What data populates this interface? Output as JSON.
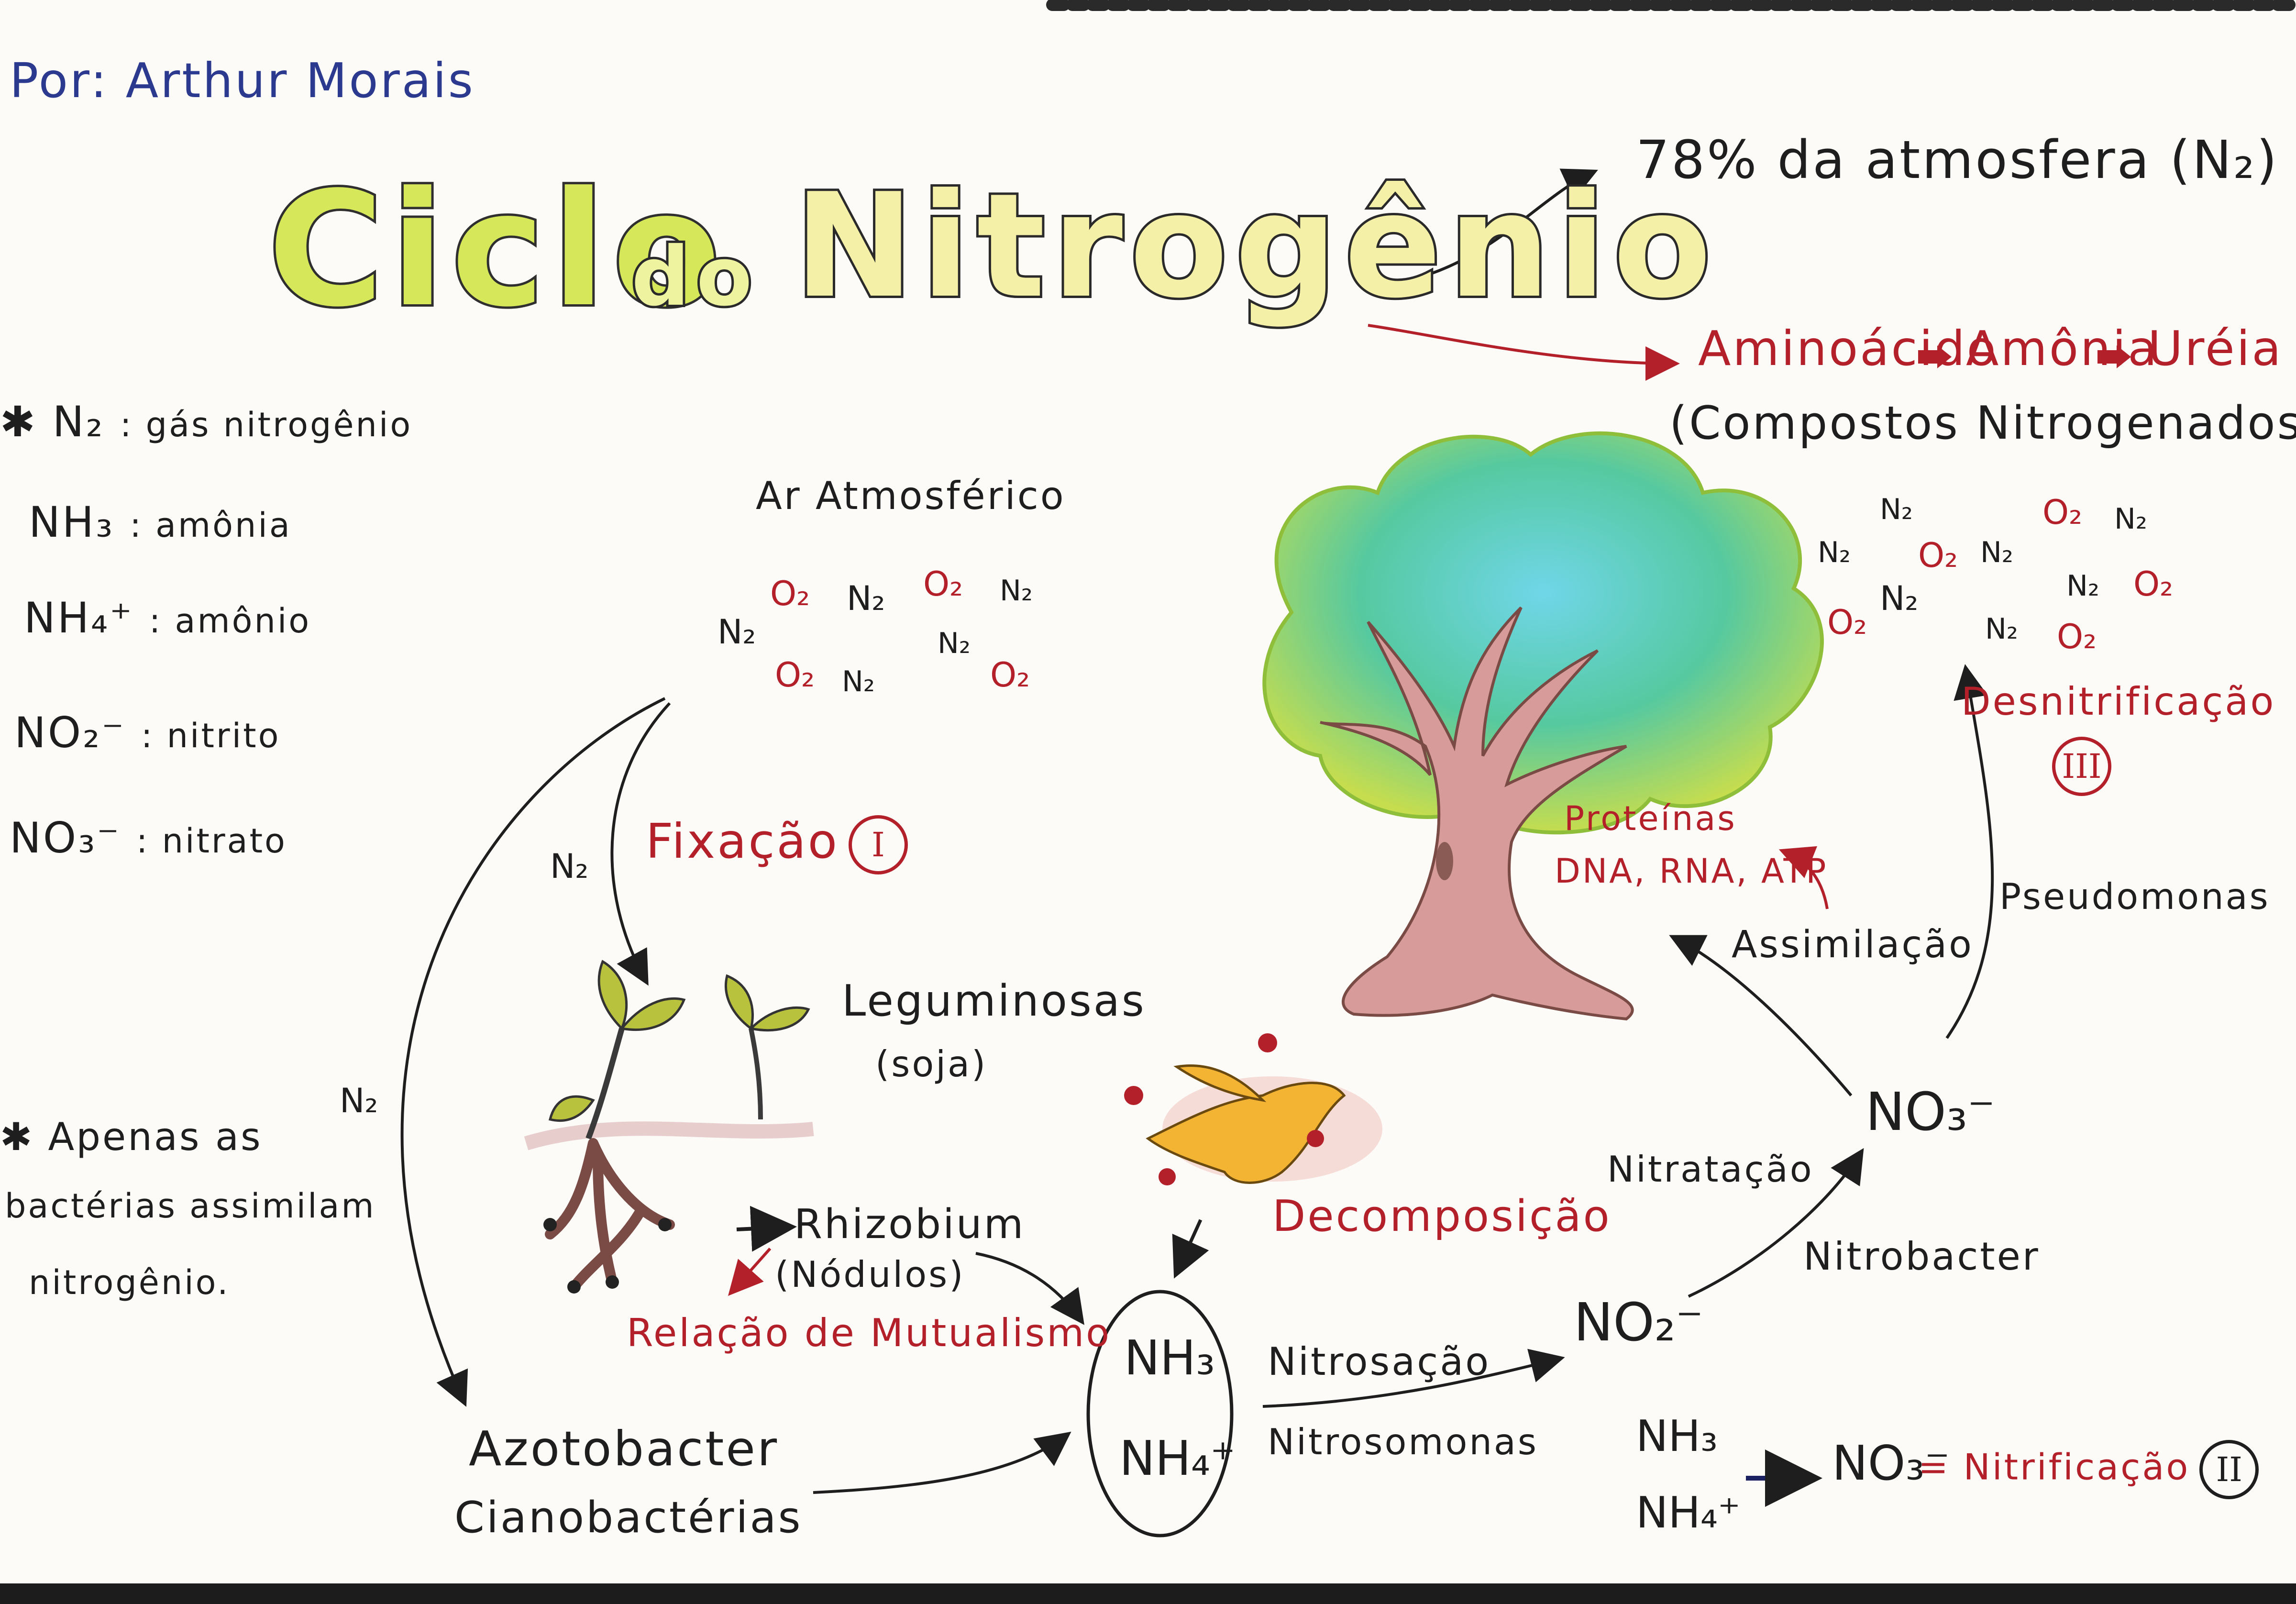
{
  "author": "Por: Arthur Morais",
  "title": {
    "word1": "Ciclo",
    "word2": "do",
    "word3": "Nitrogênio"
  },
  "atmosphere_fact": "78% da atmosfera (N₂)",
  "compounds": {
    "aminoacid": "Aminoácido",
    "ammonia": "Amônia",
    "urea": "Uréia",
    "label": "(Compostos Nitrogenados)"
  },
  "legend": [
    {
      "formula": "N₂",
      "desc": ": gás nitrogênio",
      "mark": "✱"
    },
    {
      "formula": "NH₃",
      "desc": ": amônia"
    },
    {
      "formula": "NH₄⁺",
      "desc": ": amônio"
    },
    {
      "formula": "NO₂⁻",
      "desc": ": nitrito"
    },
    {
      "formula": "NO₃⁻",
      "desc": ": nitrato"
    }
  ],
  "note": {
    "line1": "✱ Apenas as",
    "line2": "bactérias assimilam",
    "line3": "nitrogênio."
  },
  "air": {
    "label": "Ar Atmosférico",
    "molecules": [
      "O₂",
      "N₂",
      "O₂",
      "N₂",
      "N₂",
      "N₂",
      "O₂",
      "N₂",
      "O₂"
    ]
  },
  "fixation": {
    "label": "Fixação",
    "numeral": "I"
  },
  "n2_labels": [
    "N₂",
    "N₂"
  ],
  "legumes": {
    "label": "Leguminosas",
    "sub": "(soja)"
  },
  "rhizobium": {
    "label": "Rhizobium",
    "sub": "(Nódulos)",
    "relation": "Relação de Mutualismo"
  },
  "azotobacter": {
    "line1": "Azotobacter",
    "line2": "Cianobactérias"
  },
  "decomposition": "Decomposição",
  "ammonium_box": {
    "nh3": "NH₃",
    "nh4": "NH₄⁺"
  },
  "nitrosation": {
    "label": "Nitrosação",
    "agent": "Nitrosomonas"
  },
  "no2": "NO₂⁻",
  "nitration": {
    "label": "Nitratação",
    "agent": "Nitrobacter"
  },
  "no3": "NO₃⁻",
  "assimilation": "Assimilação",
  "tree_labels": {
    "line1": "Proteínas",
    "line2": "DNA, RNA, ATP"
  },
  "pseudomonas": "Pseudomonas",
  "denitrification": {
    "label": "Desnitrificação",
    "numeral": "III"
  },
  "right_molecules": [
    "N₂",
    "O₂",
    "N₂",
    "N₂",
    "O₂",
    "N₂",
    "N₂",
    "O₂",
    "O₂",
    "N₂",
    "N₂",
    "O₂"
  ],
  "nitrification": {
    "nh3": "NH₃",
    "nh4": "NH₄⁺",
    "no3": "NO₃⁻",
    "label": "= Nitrificação",
    "numeral": "II"
  },
  "colors": {
    "red": "#b3202a",
    "ink": "#1e1e1e",
    "leaf": "#8cc63f",
    "sky": "#5fd3e6",
    "trunk": "#c98a86"
  }
}
